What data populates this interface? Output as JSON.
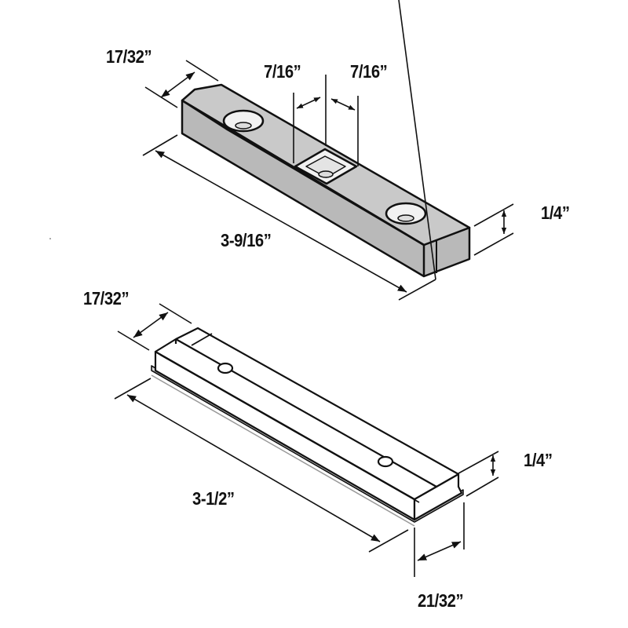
{
  "colors": {
    "part_fill": "#c8c8c8",
    "part_light": "#f4f4f4",
    "line": "#111111",
    "background": "#ffffff"
  },
  "top_part": {
    "name": "bar with screw holes and square center hole",
    "dimensions": {
      "width": "17/32”",
      "center_left": "7/16”",
      "center_right": "7/16”",
      "height": "1/4”",
      "length": "3-9/16”"
    }
  },
  "bottom_part": {
    "name": "grooved track channel",
    "dimensions": {
      "width": "17/32”",
      "height": "1/4”",
      "length": "3-1/2”",
      "base_width": "21/32”"
    }
  }
}
